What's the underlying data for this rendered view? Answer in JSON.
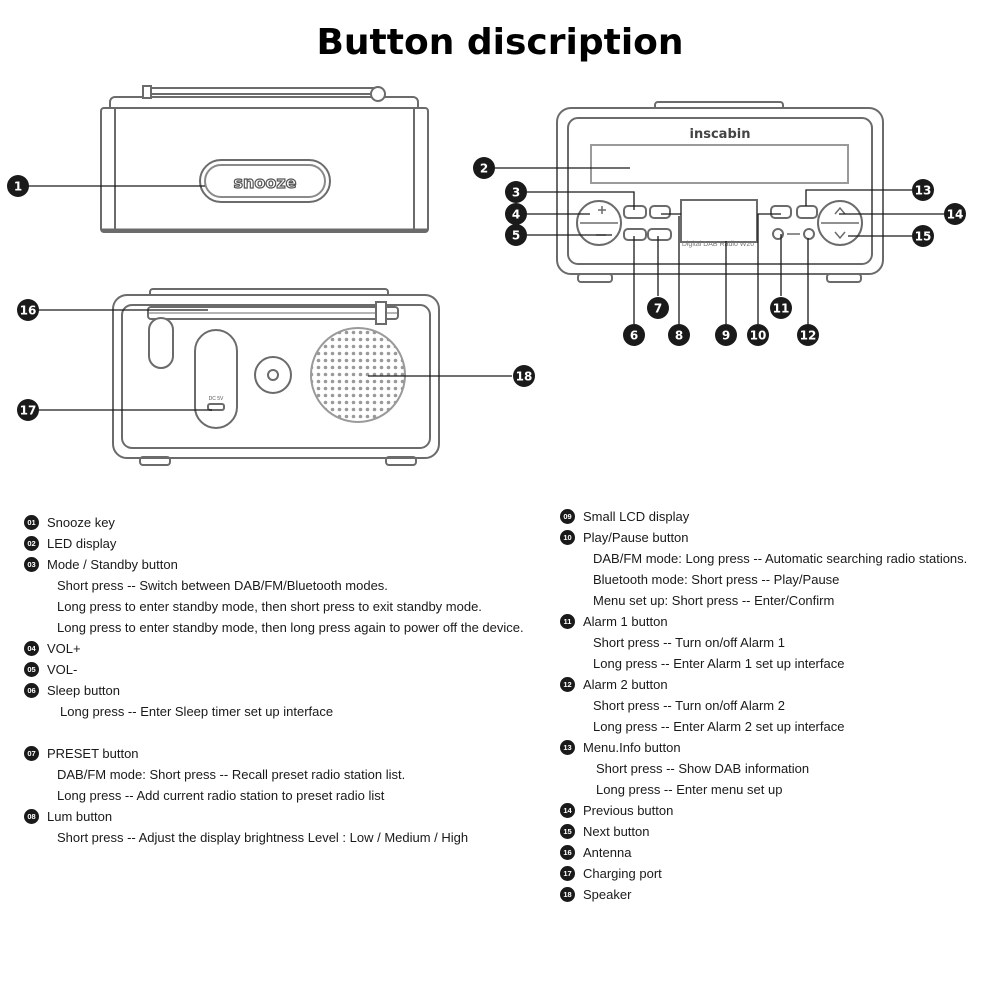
{
  "title": "Button discription",
  "device": {
    "brand": "inscabin",
    "snooze_label": "snooze",
    "model_text": "Digital DAB Radio W20",
    "port_label": "DC 5V"
  },
  "callouts": [
    "1",
    "2",
    "3",
    "4",
    "5",
    "6",
    "7",
    "8",
    "9",
    "10",
    "11",
    "12",
    "13",
    "14",
    "15",
    "16",
    "17",
    "18"
  ],
  "legend_left": [
    {
      "num": "01",
      "text": "Snooze key"
    },
    {
      "num": "02",
      "text": "LED display"
    },
    {
      "num": "03",
      "text": "Mode / Standby button"
    },
    {
      "num": "",
      "text": "Short press -- Switch between DAB/FM/Bluetooth modes."
    },
    {
      "num": "",
      "text": "Long press to enter standby mode, then short press to exit standby mode."
    },
    {
      "num": "",
      "text": "Long press to enter standby mode, then long press again to power off the device."
    },
    {
      "num": "04",
      "text": "VOL+"
    },
    {
      "num": "05",
      "text": "VOL-"
    },
    {
      "num": "06",
      "text": "Sleep button"
    },
    {
      "num": "",
      "text": "Long press -- Enter Sleep timer set up interface"
    },
    {
      "num": "",
      "text": "                                                                "
    },
    {
      "num": "07",
      "text": "PRESET button"
    },
    {
      "num": "",
      "text": "DAB/FM mode: Short press -- Recall preset radio station list."
    },
    {
      "num": "",
      "text": "Long press -- Add current radio station to preset radio list"
    },
    {
      "num": "08",
      "text": "Lum button"
    },
    {
      "num": "",
      "text": "Short press -- Adjust the display brightness Level : Low / Medium / High"
    }
  ],
  "legend_right": [
    {
      "num": "09",
      "text": "Small LCD display"
    },
    {
      "num": "10",
      "text": "Play/Pause button"
    },
    {
      "num": "",
      "text": "DAB/FM mode: Long press -- Automatic searching radio stations."
    },
    {
      "num": "",
      "text": "Bluetooth mode: Short press -- Play/Pause"
    },
    {
      "num": "",
      "text": "Menu set up: Short press -- Enter/Confirm"
    },
    {
      "num": "11",
      "text": "Alarm 1 button"
    },
    {
      "num": "",
      "text": "Short press -- Turn on/off Alarm 1"
    },
    {
      "num": "",
      "text": "Long press -- Enter Alarm 1 set up interface"
    },
    {
      "num": "12",
      "text": "Alarm 2 button"
    },
    {
      "num": "",
      "text": "Short press -- Turn on/off Alarm 2"
    },
    {
      "num": "",
      "text": "Long press -- Enter Alarm 2 set up interface"
    },
    {
      "num": "13",
      "text": "Menu.Info button"
    },
    {
      "num": "",
      "text": "Short press -- Show DAB information"
    },
    {
      "num": "",
      "text": "Long press -- Enter menu set up"
    },
    {
      "num": "14",
      "text": "Previous button"
    },
    {
      "num": "15",
      "text": "Next button"
    },
    {
      "num": "16",
      "text": "Antenna"
    },
    {
      "num": "17",
      "text": "Charging port"
    },
    {
      "num": "18",
      "text": "Speaker"
    }
  ]
}
